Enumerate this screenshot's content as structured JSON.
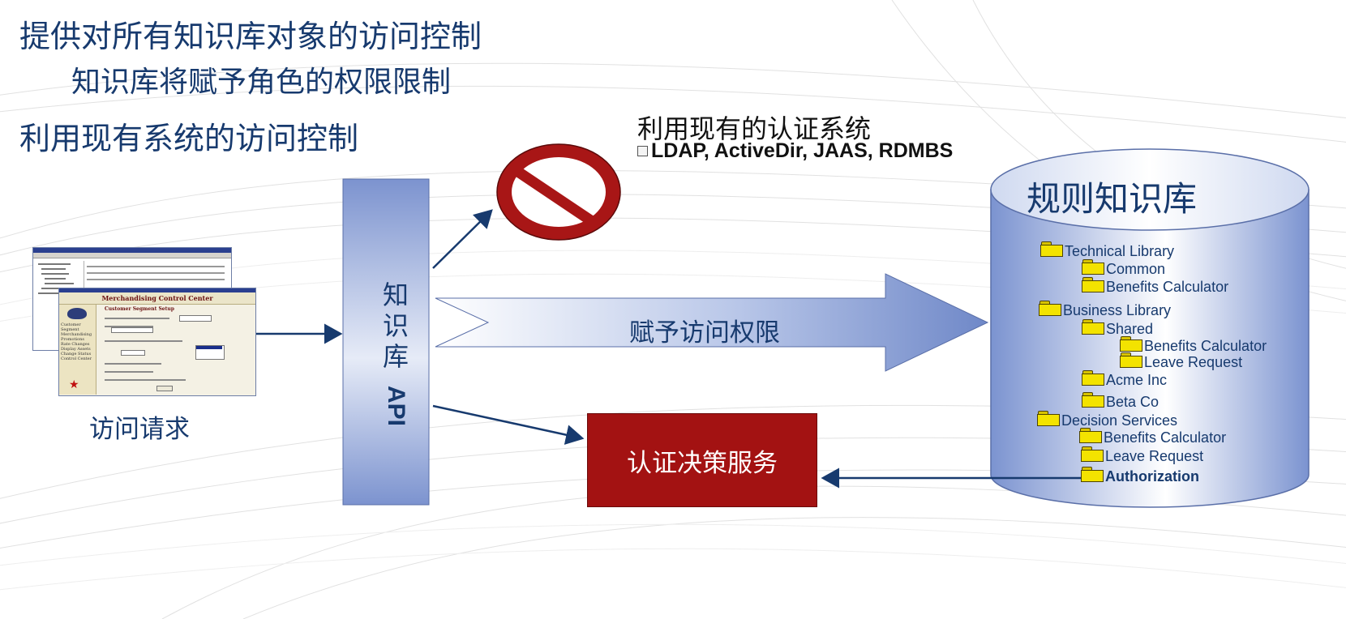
{
  "titles": {
    "main": "提供对所有知识库对象的访问控制",
    "sub": "知识库将赋予角色的权限限制",
    "second": "利用现有系统的访问控制"
  },
  "auth": {
    "title": "利用现有的认证系统",
    "systems": "LDAP, ActiveDir, JAAS, RDMBS"
  },
  "api": {
    "label_cjk": "知识库",
    "label_latin": "API"
  },
  "flow": {
    "grant_label": "赋予访问权限",
    "request_label": "访问请求",
    "decision_service": "认证决策服务"
  },
  "screenshot": {
    "window_title": "Merchandising Control Center",
    "panel_title": "Customer Segment Setup",
    "left_menu": [
      "Customer",
      "Segment",
      "Merchandising",
      "Promotions",
      "Rate Changes",
      "Display Assets",
      "Change Status",
      "Control Center"
    ]
  },
  "repository": {
    "title": "规则知识库",
    "tree": [
      {
        "label": "Technical Library",
        "level": 0
      },
      {
        "label": "Common",
        "level": 1
      },
      {
        "label": "Benefits Calculator",
        "level": 1
      },
      {
        "label": "Business Library",
        "level": 0
      },
      {
        "label": "Shared",
        "level": 1
      },
      {
        "label": "Benefits Calculator",
        "level": 2
      },
      {
        "label": "Leave Request",
        "level": 2
      },
      {
        "label": "Acme Inc",
        "level": 1
      },
      {
        "label": "Beta Co",
        "level": 1
      },
      {
        "label": "Decision Services",
        "level": 0
      },
      {
        "label": "Benefits Calculator",
        "level": 1
      },
      {
        "label": "Leave Request",
        "level": 1
      },
      {
        "label": "Authorization",
        "level": 1,
        "emphasis": true
      }
    ]
  },
  "colors": {
    "title_text": "#173a6e",
    "decision_red": "#a31212",
    "prohibited_red": "#a81616",
    "api_blue": "#7f97d3",
    "db_blue": "#7f97d3",
    "folder_yellow": "#f3e300"
  }
}
